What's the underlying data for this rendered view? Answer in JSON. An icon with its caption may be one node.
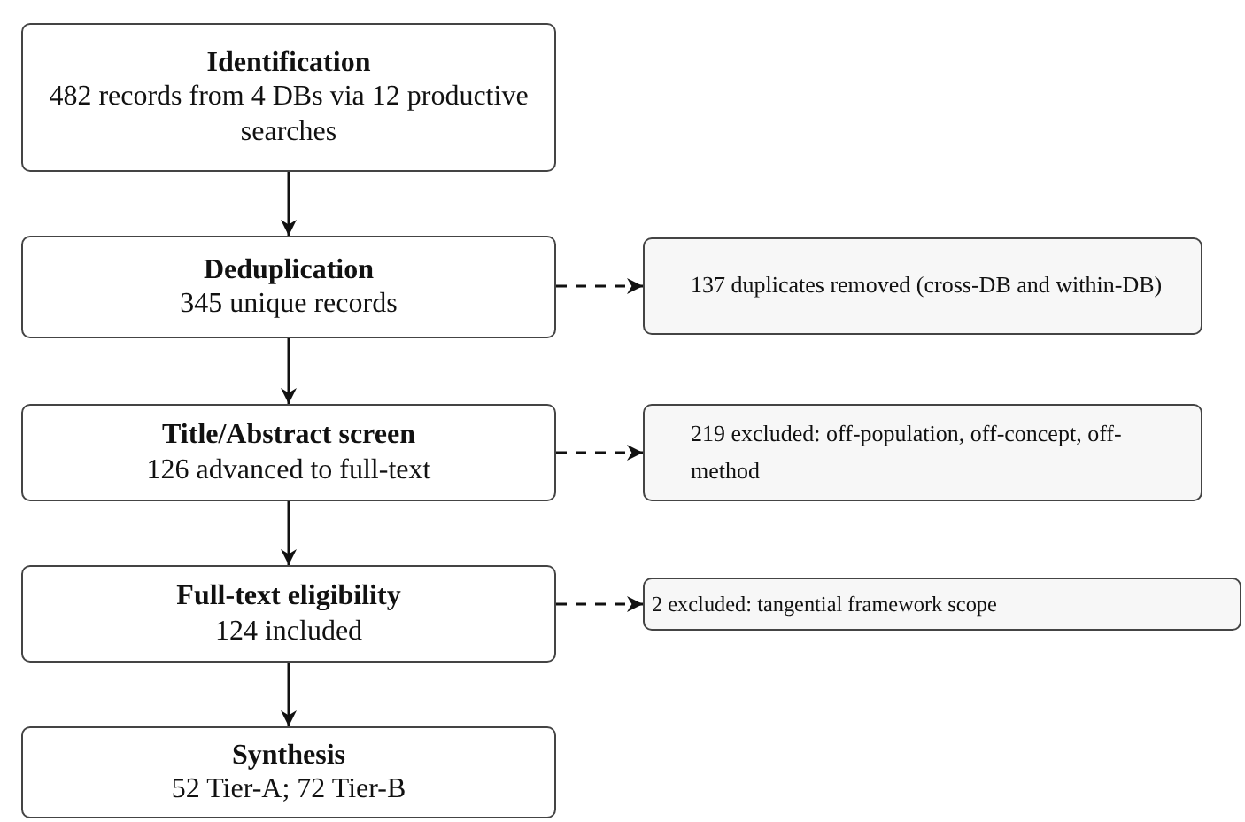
{
  "diagram": {
    "nodes": [
      {
        "text": [
          "Identification",
          "482 records from 4 DBs via 12 productive searches"
        ]
      },
      {
        "text": [
          "Deduplication",
          "345 unique records"
        ]
      },
      {
        "text": [
          "137 duplicates removed (cross-DB and within-DB)"
        ]
      },
      {
        "text": [
          "Title/Abstract screen",
          "126 advanced to full-text"
        ]
      },
      {
        "text": [
          "219 excluded: off-population, off-concept, off-method"
        ]
      },
      {
        "text": [
          "Full-text eligibility",
          "124 included"
        ]
      },
      {
        "text": [
          "2 excluded: tangential framework scope"
        ]
      },
      {
        "text": [
          "Synthesis",
          "52 Tier-A; 72 Tier-B"
        ]
      }
    ],
    "edges": [
      {
        "from": 0,
        "to": 1,
        "arrow": "to"
      },
      {
        "from": 1,
        "to": 2,
        "arrow": "to",
        "style": "dashed"
      },
      {
        "from": 1,
        "to": 3,
        "arrow": "to"
      },
      {
        "from": 3,
        "to": 4,
        "arrow": "to",
        "style": "dashed"
      },
      {
        "from": 3,
        "to": 5,
        "arrow": "to"
      },
      {
        "from": 5,
        "to": 6,
        "arrow": "to",
        "style": "dashed"
      },
      {
        "from": 5,
        "to": 7,
        "arrow": "to"
      }
    ]
  }
}
